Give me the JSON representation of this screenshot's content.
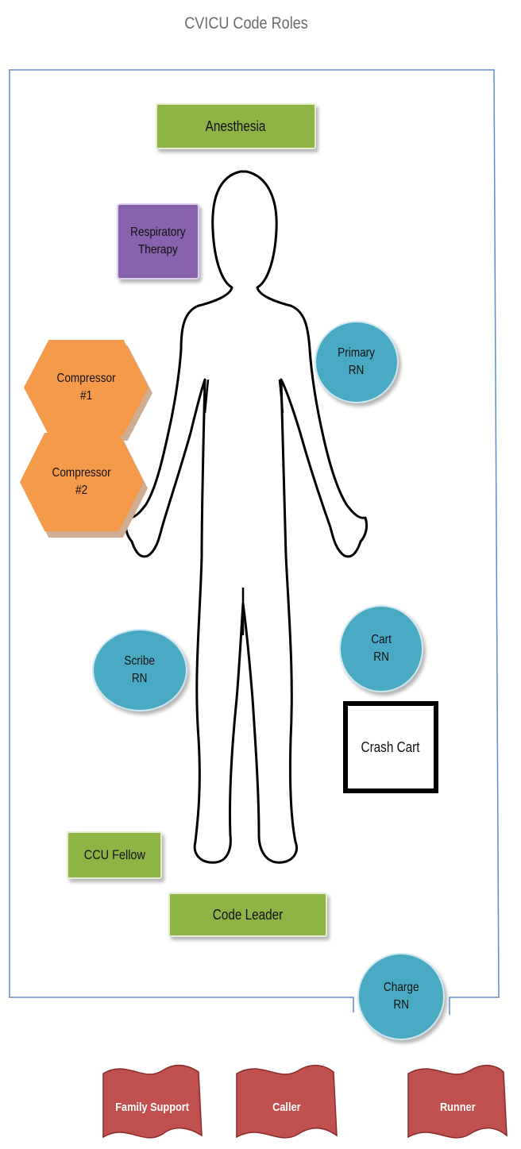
{
  "title": "CVICU Code Roles",
  "roles": {
    "anesthesia": "Anesthesia",
    "respiratory_therapy": "Respiratory\nTherapy",
    "compressor_1": "Compressor\n#1",
    "compressor_2": "Compressor\n#2",
    "primary_rn": "Primary\nRN",
    "cart_rn": "Cart\nRN",
    "scribe_rn": "Scribe\nRN",
    "crash_cart": "Crash Cart",
    "ccu_fellow": "CCU Fellow",
    "code_leader": "Code Leader",
    "charge_rn": "Charge\nRN"
  },
  "outside_roles": {
    "family_support": "Family Support",
    "caller": "Caller",
    "runner": "Runner"
  },
  "colors": {
    "room_border": "#5b8bd0",
    "green": "#8db444",
    "purple": "#8862ad",
    "blue": "#4aaac4",
    "orange": "#f59a4a",
    "red": "#c0504d"
  },
  "icons": {
    "patient": "human-body-outline-icon"
  }
}
